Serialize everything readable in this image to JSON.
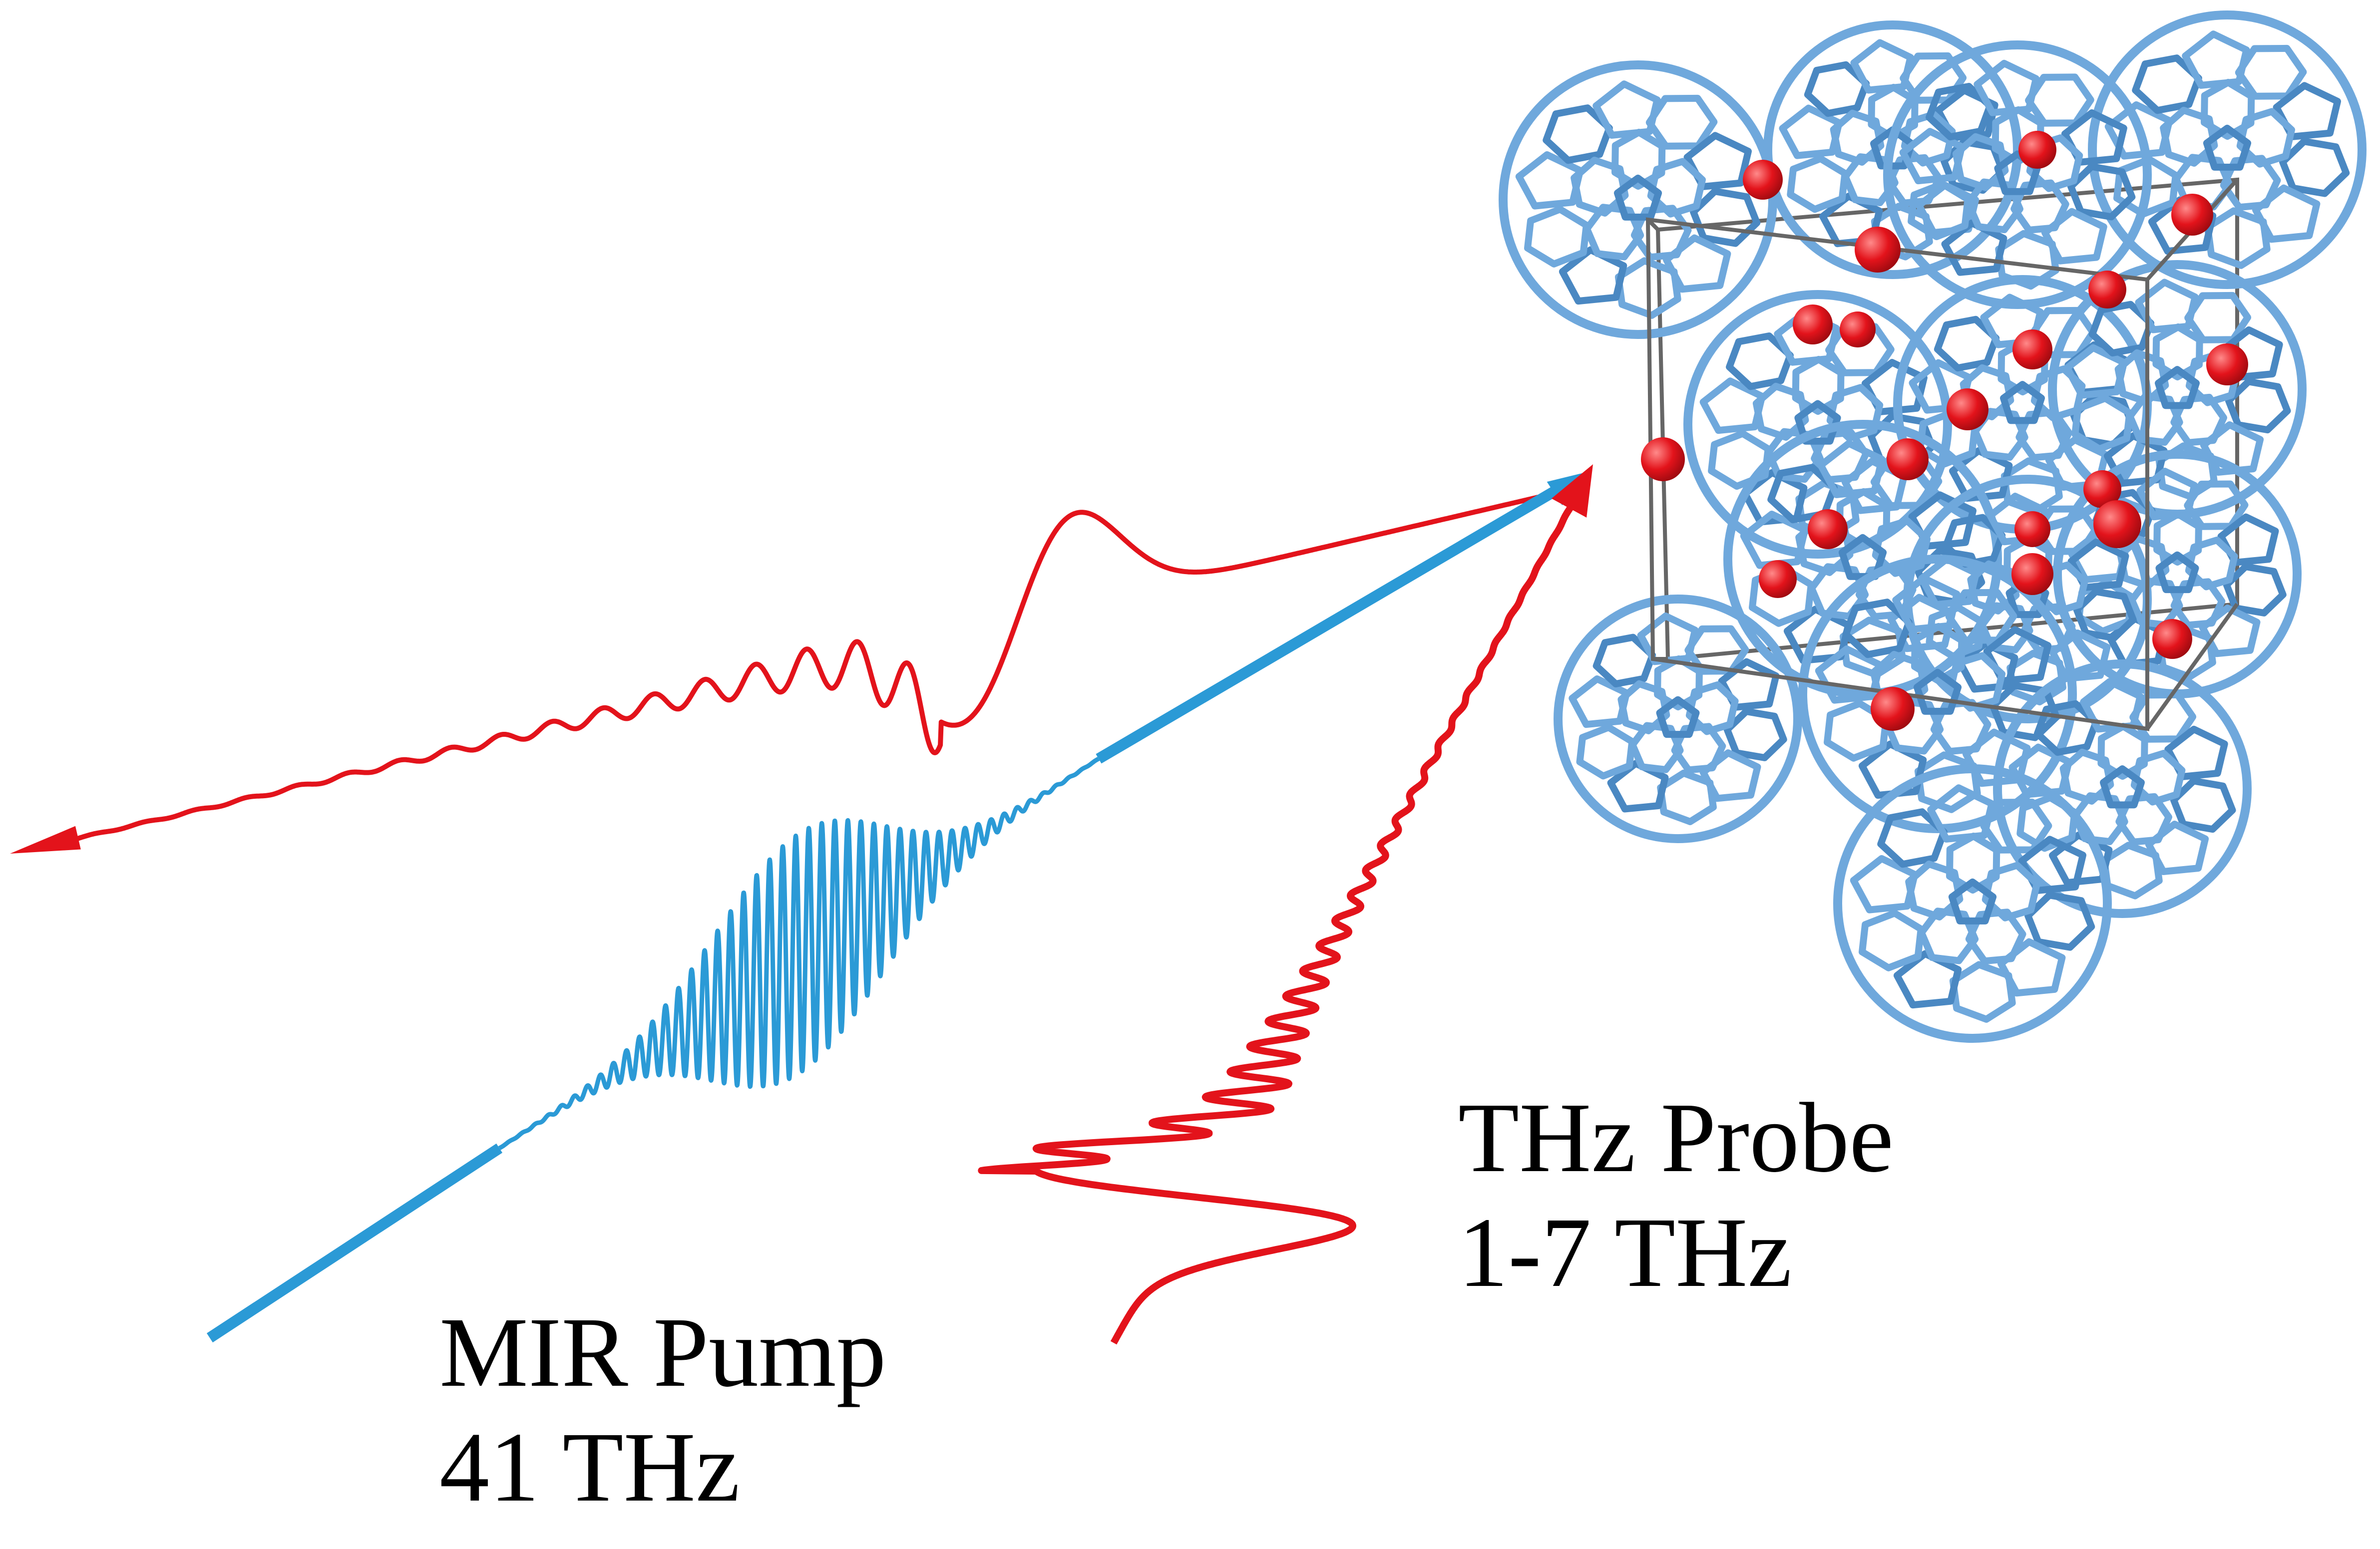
{
  "colors": {
    "pump": "#2b9ad6",
    "probe": "#e3131b",
    "cage": "#6fa8dc",
    "cage_dark": "#4a88c2",
    "dopant": "#e3131b",
    "cell": "#666666",
    "text": "#000000"
  },
  "labels": {
    "pump_line1": "MIR Pump",
    "pump_line2": "41 THz",
    "probe_line1": "THz Probe",
    "probe_line2": "1-7 THz"
  }
}
